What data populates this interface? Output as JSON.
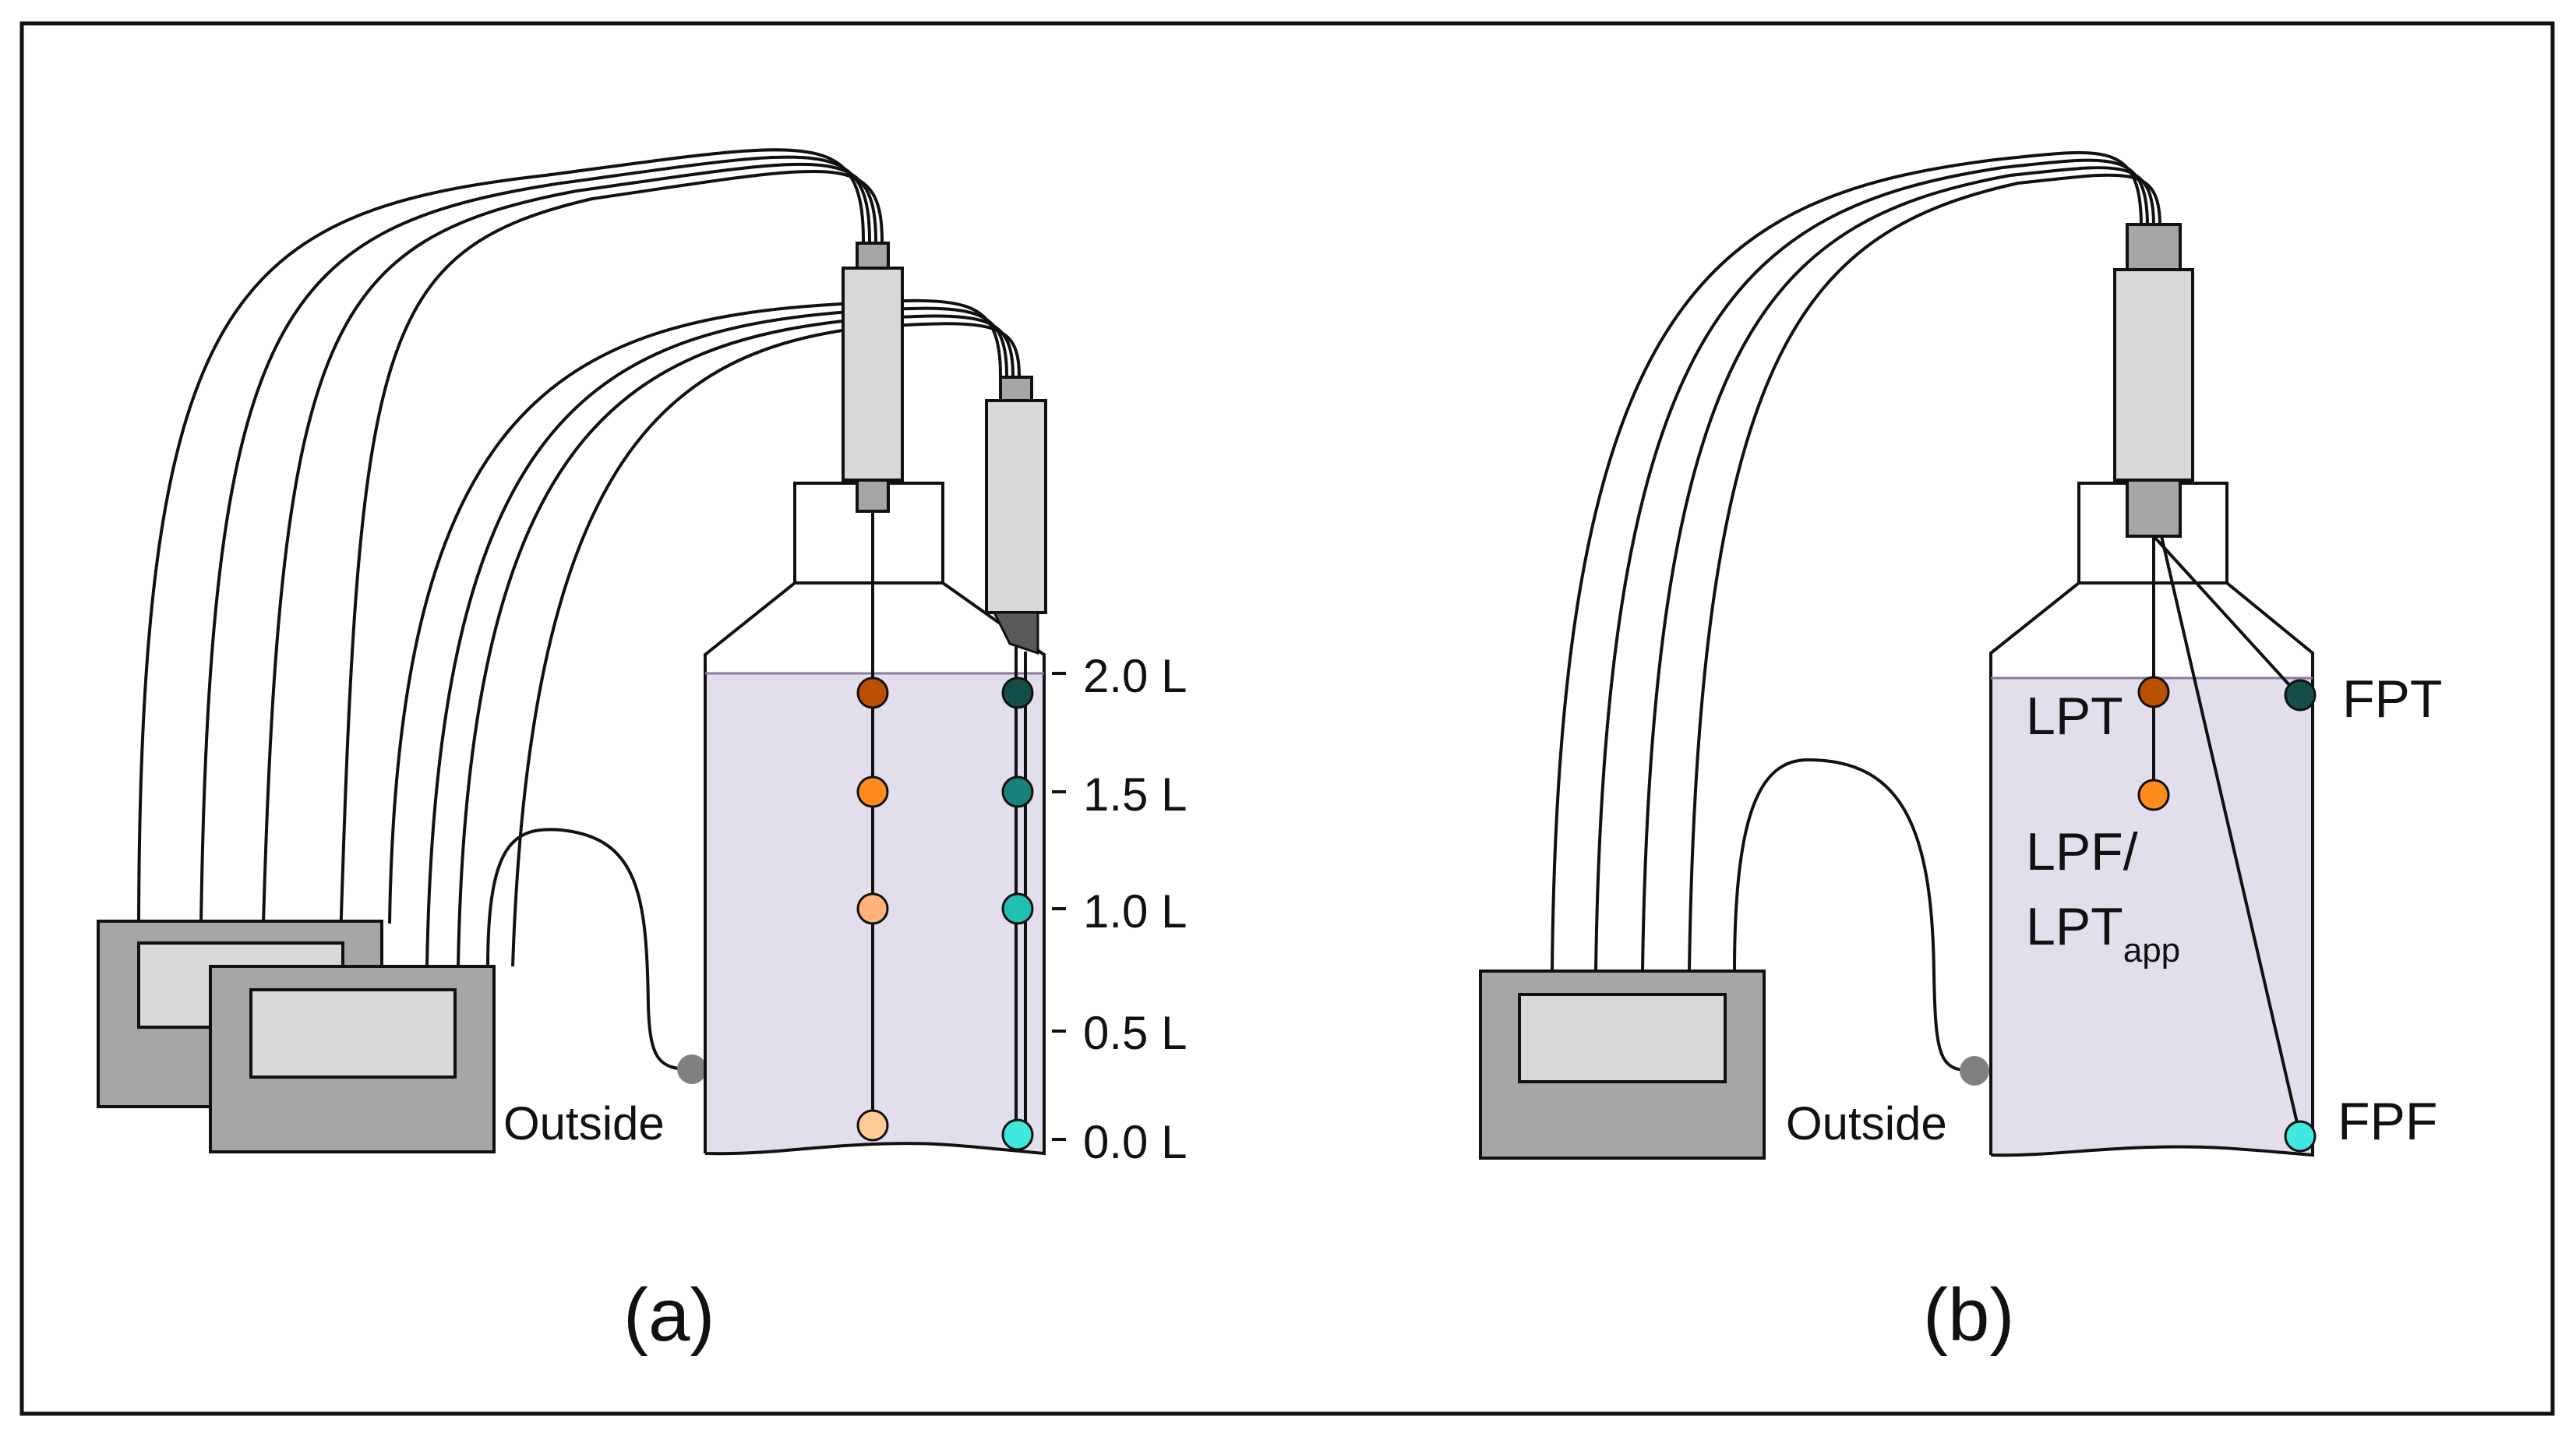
{
  "colors": {
    "liquid": "#e3deec",
    "outline": "#111111",
    "logger_body": "#a6a6a6",
    "logger_screen": "#d9d9d9",
    "probe_light": "#d9d9d9",
    "probe_dark": "#a6a6a6",
    "probe_tip": "#595959",
    "outside_sensor": "#808080",
    "sensor_colors": {
      "p_2_0": "#b85000",
      "p_1_5": "#ff8c1a",
      "p_1_0": "#ffb27a",
      "p_0_0": "#ffcc99",
      "w_2_0": "#134f48",
      "w_1_5": "#17827a",
      "w_1_0": "#20bfb2",
      "w_0_0": "#40e8e0"
    }
  },
  "panel_a": {
    "label": "(a)",
    "outside_label": "Outside",
    "levels": [
      {
        "name": "level-2-0",
        "text": "2.0 L"
      },
      {
        "name": "level-1-5",
        "text": "1.5 L"
      },
      {
        "name": "level-1-0",
        "text": "1.0 L"
      },
      {
        "name": "level-0-5",
        "text": "0.5 L"
      },
      {
        "name": "level-0-0",
        "text": "0.0 L"
      }
    ]
  },
  "panel_b": {
    "label": "(b)",
    "outside_label": "Outside",
    "lpt": "LPT",
    "lpf_line1": "LPF/",
    "lpt_app_main": "LPT",
    "lpt_app_sub": "app",
    "fpt": "FPT",
    "fpf": "FPF"
  }
}
